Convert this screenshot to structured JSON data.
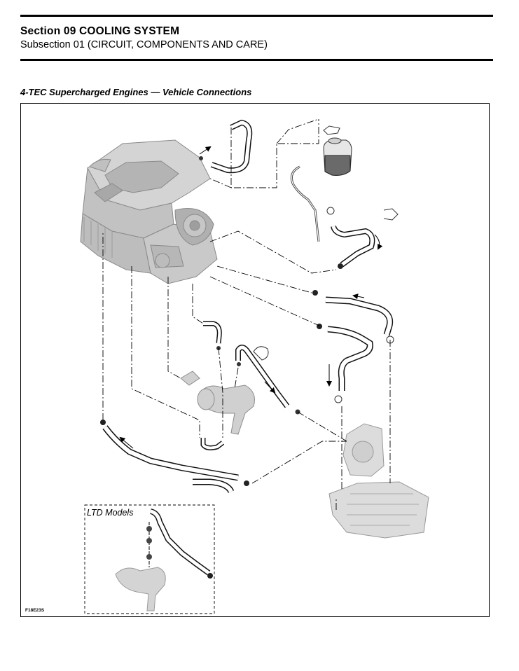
{
  "header": {
    "section": "Section 09 COOLING SYSTEM",
    "subsection": "Subsection 01 (CIRCUIT, COMPONENTS AND CARE)"
  },
  "figure": {
    "caption": "4-TEC Supercharged Engines — Vehicle Connections",
    "inset_label": "LTD Models",
    "figure_id": "F18E23S"
  },
  "colors": {
    "line": "#000000",
    "part_gray": "#c8c8c8",
    "part_outline": "#9a9a9a"
  }
}
